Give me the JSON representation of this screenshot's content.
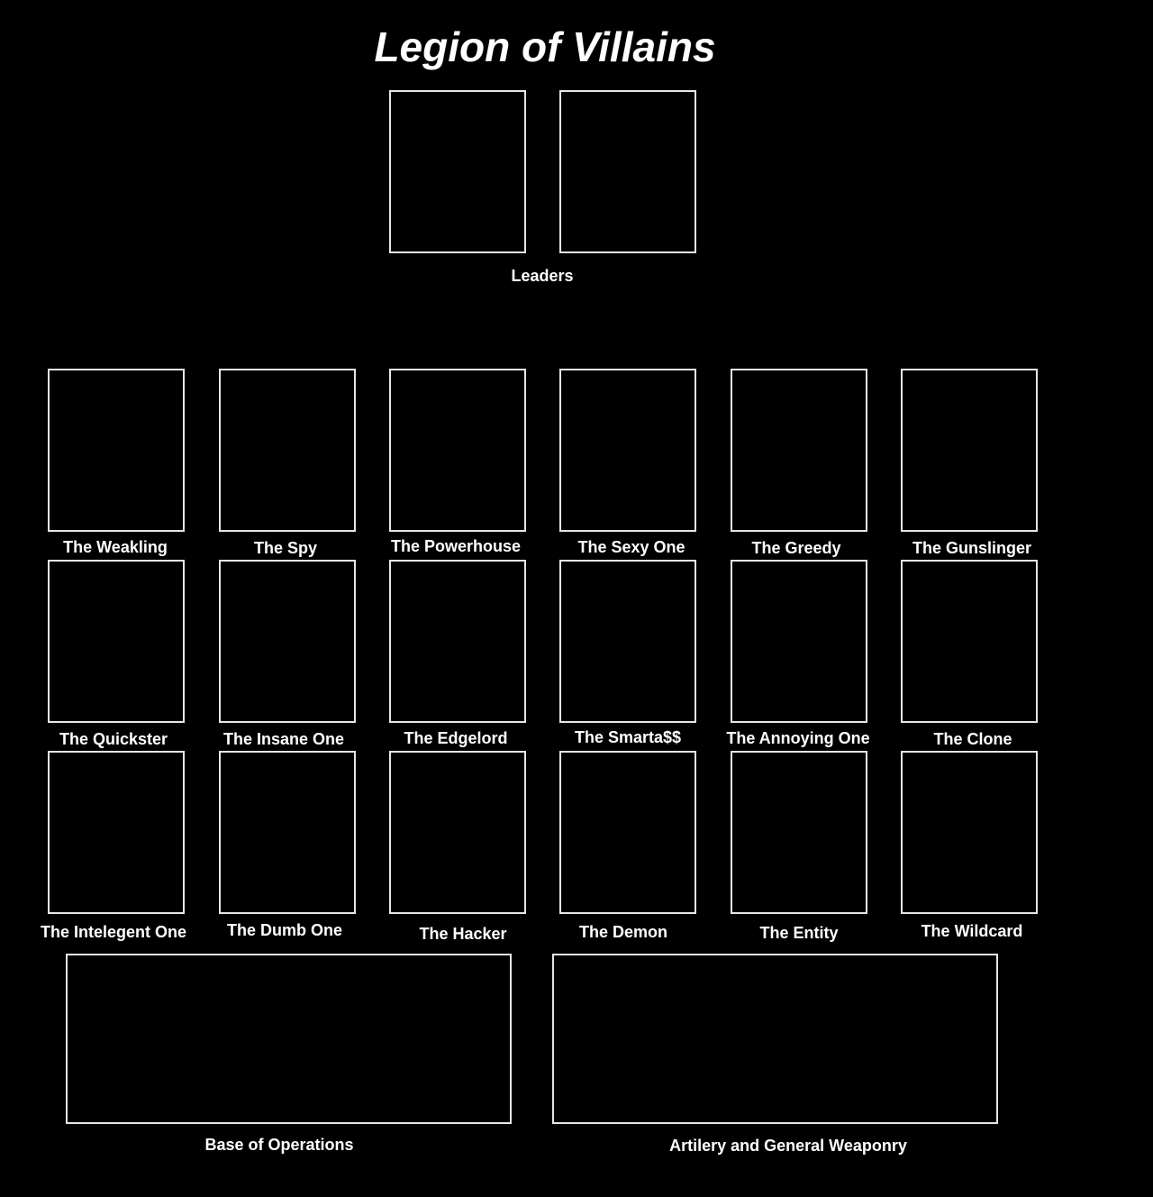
{
  "title": "Legion of Villains",
  "leaders": {
    "label": "Leaders"
  },
  "roles": [
    [
      "The Weakling",
      "The Spy",
      "The Powerhouse",
      "The Sexy One",
      "The Greedy",
      "The Gunslinger"
    ],
    [
      "The Quickster",
      "The Insane One",
      "The Edgelord",
      "The Smarta$$",
      "The Annoying One",
      "The Clone"
    ],
    [
      "The Intelegent One",
      "The Dumb One",
      "The Hacker",
      "The Demon",
      "The Entity",
      "The Wildcard"
    ]
  ],
  "bottom": {
    "base_label": "Base of Operations",
    "weapons_label": "Artilery and General Weaponry"
  },
  "colors": {
    "background": "#000000",
    "border": "#e6e6e6",
    "text": "#ffffff"
  }
}
